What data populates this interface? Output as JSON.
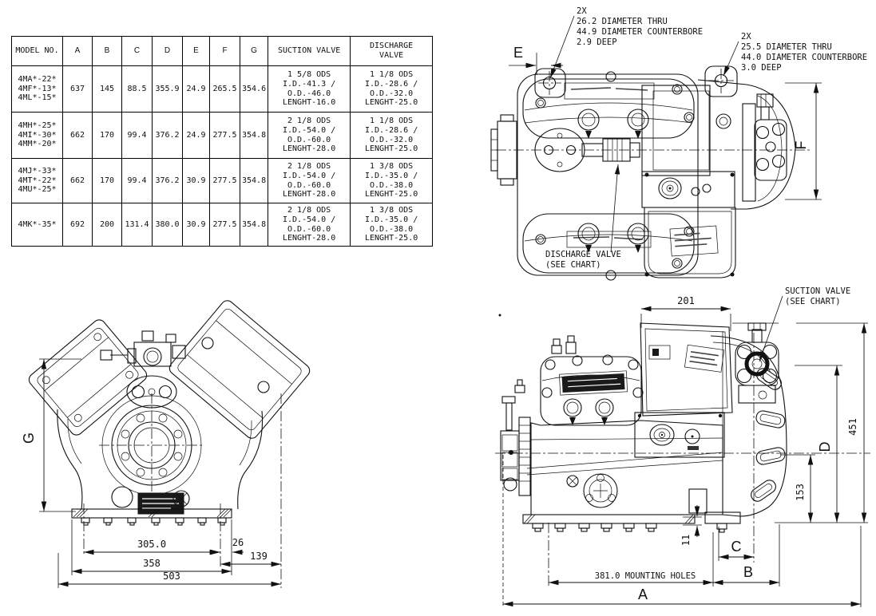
{
  "table": {
    "headers": [
      "MODEL NO.",
      "A",
      "B",
      "C",
      "D",
      "E",
      "F",
      "G",
      "SUCTION VALVE",
      "DISCHARGE\nVALVE"
    ],
    "rows": [
      {
        "model": "4MA*-22*\n4MF*-13*\n4ML*-15*",
        "a": "637",
        "b": "145",
        "c": "88.5",
        "d": "355.9",
        "e": "24.9",
        "f": "265.5",
        "g": "354.6",
        "suction": "1 5/8 ODS\nI.D.-41.3 /\nO.D.-46.0\nLENGHT-16.0",
        "discharge": "1 1/8 ODS\nI.D.-28.6 /\nO.D.-32.0\nLENGHT-25.0"
      },
      {
        "model": "4MH*-25*\n4MI*-30*\n4MM*-20*",
        "a": "662",
        "b": "170",
        "c": "99.4",
        "d": "376.2",
        "e": "24.9",
        "f": "277.5",
        "g": "354.8",
        "suction": "2 1/8 ODS\nI.D.-54.0 /\nO.D.-60.0\nLENGHT-28.0",
        "discharge": "1 1/8 ODS\nI.D.-28.6 /\nO.D.-32.0\nLENGHT-25.0"
      },
      {
        "model": "4MJ*-33*\n4MT*-22*\n4MU*-25*",
        "a": "662",
        "b": "170",
        "c": "99.4",
        "d": "376.2",
        "e": "30.9",
        "f": "277.5",
        "g": "354.8",
        "suction": "2 1/8 ODS\nI.D.-54.0 /\nO.D.-60.0\nLENGHT-28.0",
        "discharge": "1 3/8 ODS\nI.D.-35.0 /\nO.D.-38.0\nLENGHT-25.0"
      },
      {
        "model": "4MK*-35*",
        "a": "692",
        "b": "200",
        "c": "131.4",
        "d": "380.0",
        "e": "30.9",
        "f": "277.5",
        "g": "354.8",
        "suction": "2 1/8 ODS\nI.D.-54.0 /\nO.D.-60.0\nLENGHT-28.0",
        "discharge": "1 3/8 ODS\nI.D.-35.0 /\nO.D.-38.0\nLENGHT-25.0"
      }
    ]
  },
  "notes": {
    "hole_left": [
      "2X",
      "26.2 DIAMETER THRU",
      "44.9 DIAMETER COUNTERBORE",
      "2.9 DEEP"
    ],
    "hole_right": [
      "2X",
      "25.5 DIAMETER THRU",
      "44.0 DIAMETER COUNTERBORE",
      "3.0 DEEP"
    ],
    "discharge_valve": [
      "DISCHARGE VALVE",
      "(SEE CHART)"
    ],
    "suction_valve": [
      "SUCTION VALVE",
      "(SEE CHART)"
    ]
  },
  "dims": {
    "e": "E",
    "f": "F",
    "g": "G",
    "w305": "305.0",
    "w26": "26",
    "w139": "139",
    "w358": "358",
    "w503": "503",
    "d201": "201",
    "d451": "451",
    "dD": "D",
    "d153": "153",
    "d11": "11",
    "dC": "C",
    "dB": "B",
    "mounting": "381.0 MOUNTING HOLES",
    "dA": "A"
  },
  "colors": {
    "line": "#111111",
    "background": "#ffffff"
  }
}
